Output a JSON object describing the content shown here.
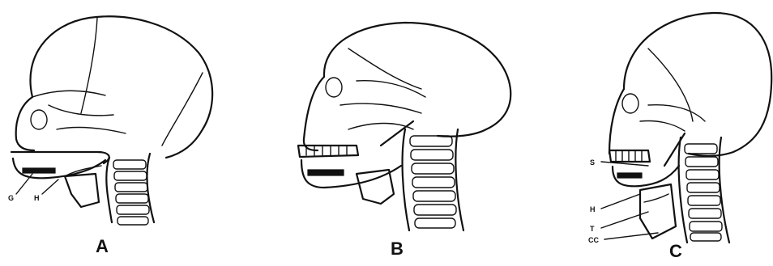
{
  "panels": [
    {
      "id": "A",
      "label": "A",
      "parts": [
        "G",
        "H"
      ]
    },
    {
      "id": "B",
      "label": "B",
      "parts": []
    },
    {
      "id": "C",
      "label": "C",
      "parts": [
        "S",
        "H",
        "T",
        "CC"
      ]
    }
  ]
}
